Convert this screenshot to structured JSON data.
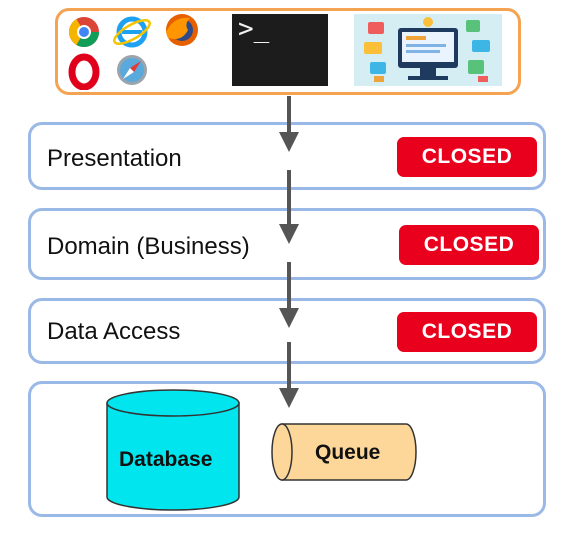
{
  "clients": {
    "browser_icons": [
      "chrome-icon",
      "internet-explorer-icon",
      "firefox-icon",
      "opera-icon",
      "safari-icon"
    ],
    "terminal_prompt": ">_",
    "app_illustration": "web-development-illustration"
  },
  "layers": [
    {
      "label": "Presentation",
      "status": "CLOSED"
    },
    {
      "label": "Domain (Business)",
      "status": "CLOSED"
    },
    {
      "label": "Data Access",
      "status": "CLOSED"
    }
  ],
  "storage": {
    "database_label": "Database",
    "queue_label": "Queue"
  },
  "colors": {
    "client_border": "#f4a352",
    "layer_border": "#9ab9e6",
    "closed_badge": "#e8001c",
    "database_fill": "#00e5ee",
    "queue_fill": "#fdd79a",
    "arrow": "#555555"
  }
}
